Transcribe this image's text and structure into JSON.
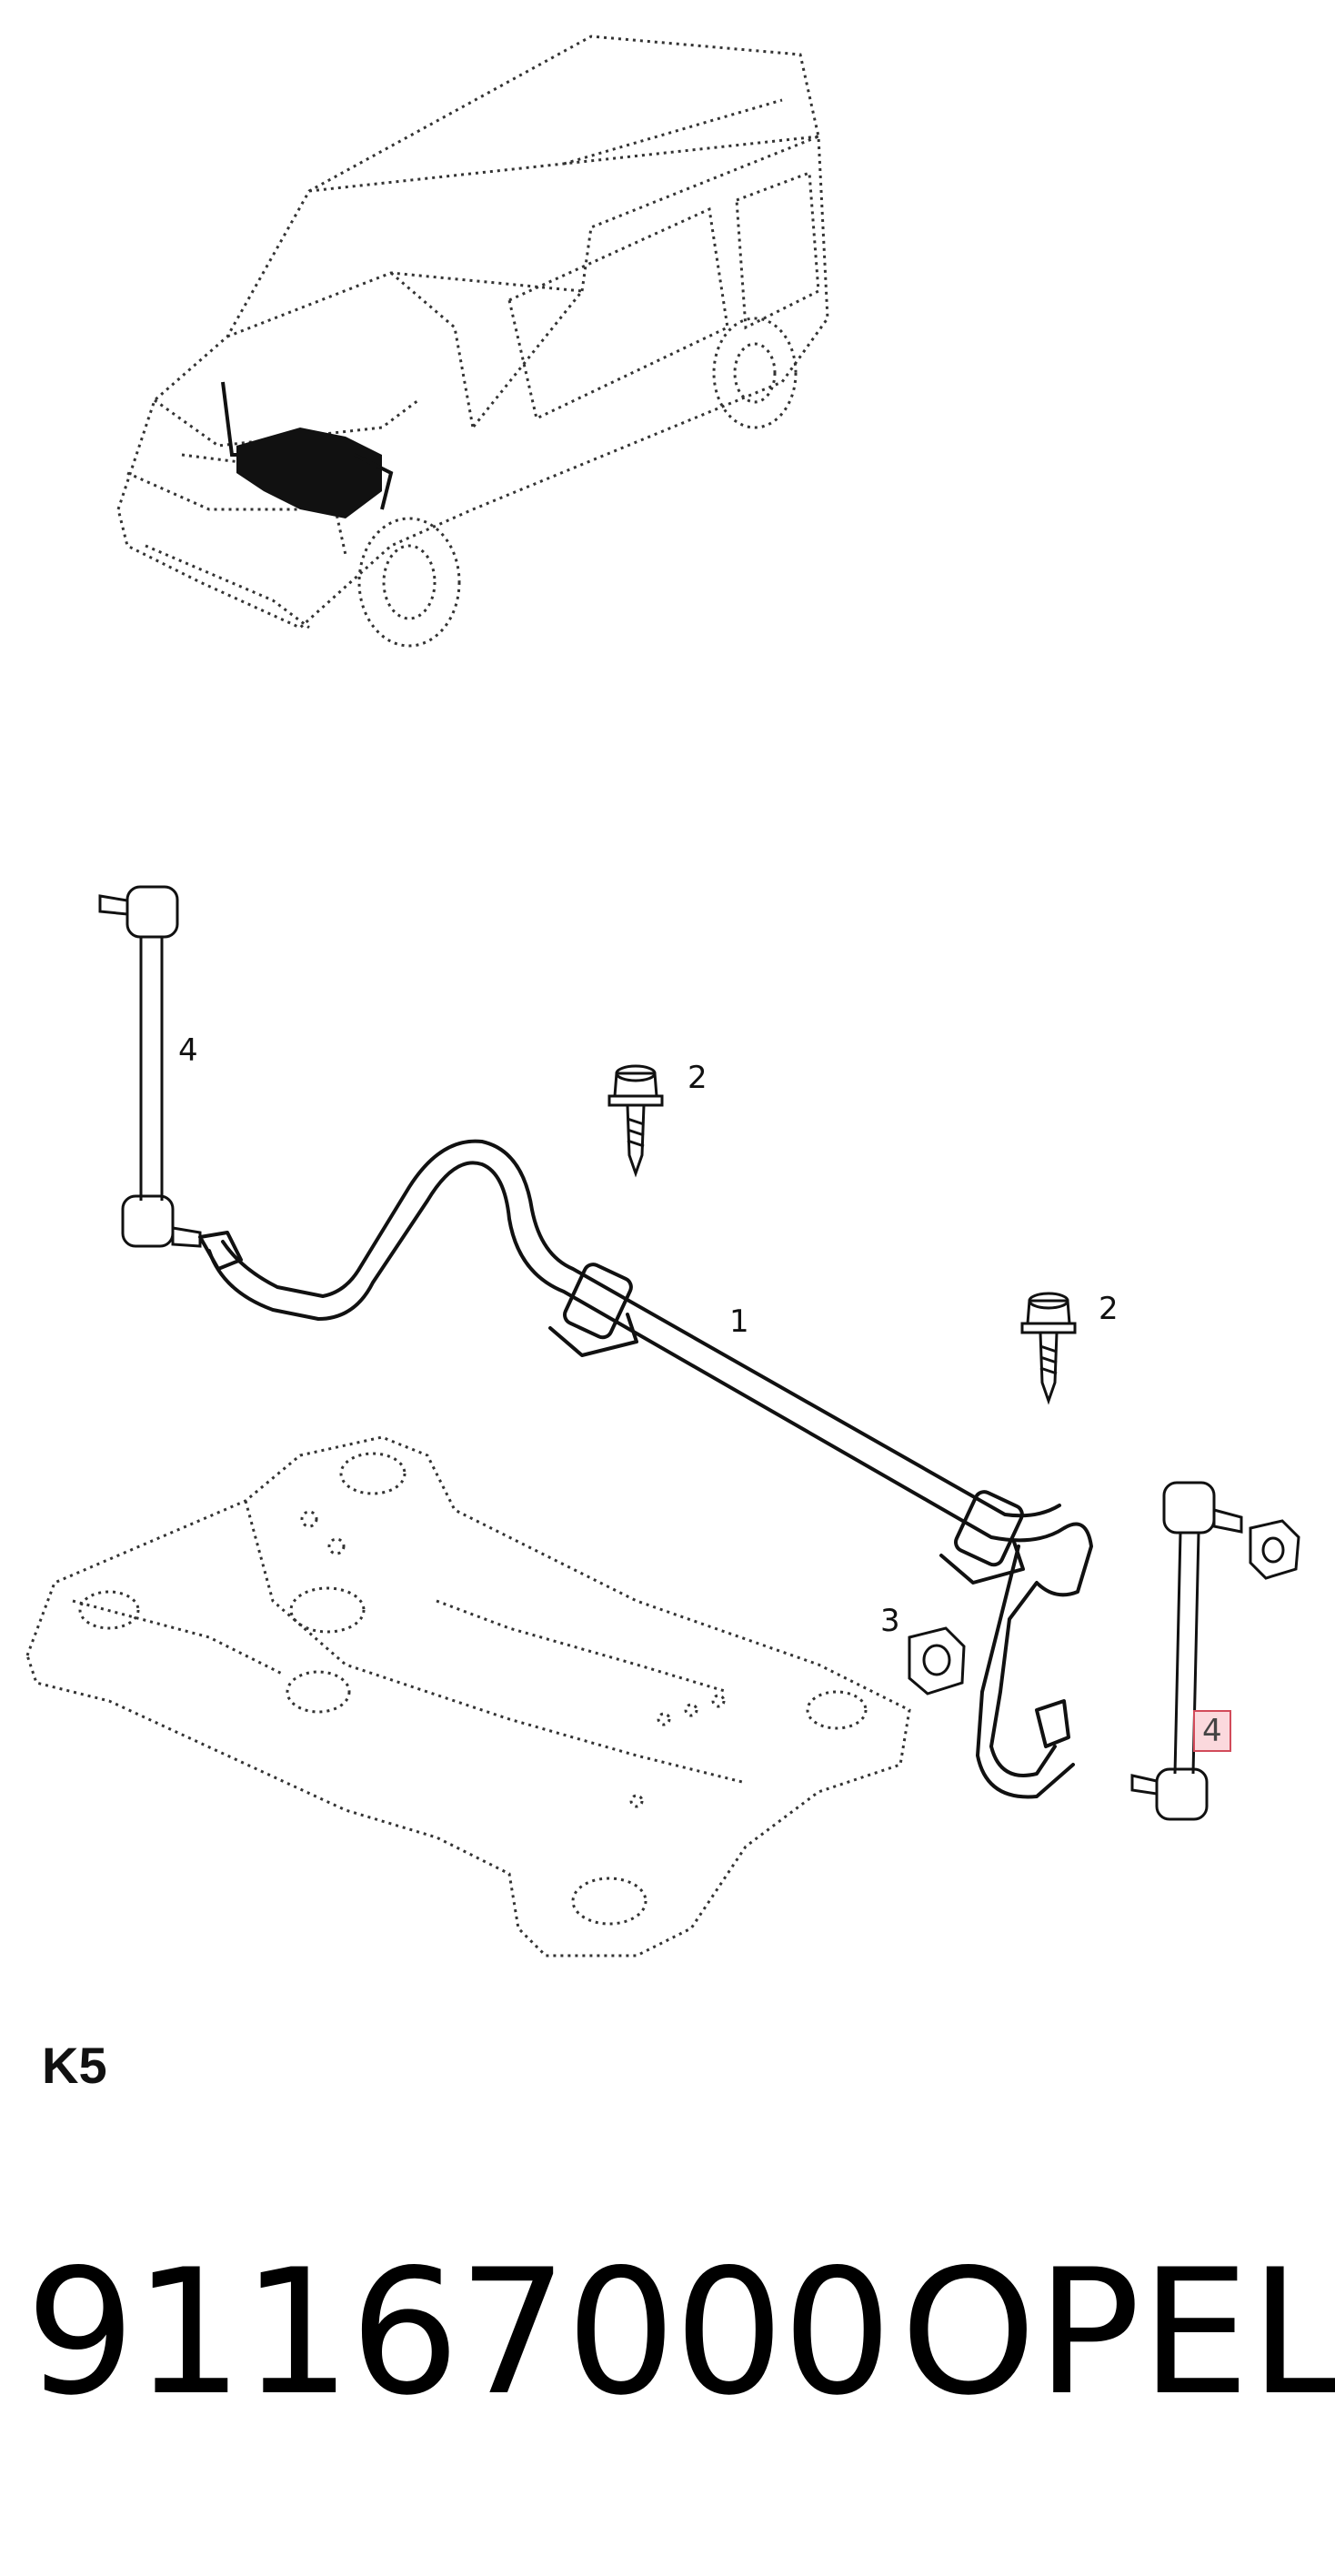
{
  "callouts": {
    "stabilizer_bar": "1",
    "bolt_upper": "2",
    "bolt_lower": "2",
    "nut": "3",
    "link_left": "4",
    "link_right": "4"
  },
  "section_label": "K5",
  "part_number": "91167000",
  "brand": "OPEL",
  "colors": {
    "line": "#111111",
    "highlight_border": "#d24b5a",
    "highlight_fill": "#fbd9dd"
  }
}
